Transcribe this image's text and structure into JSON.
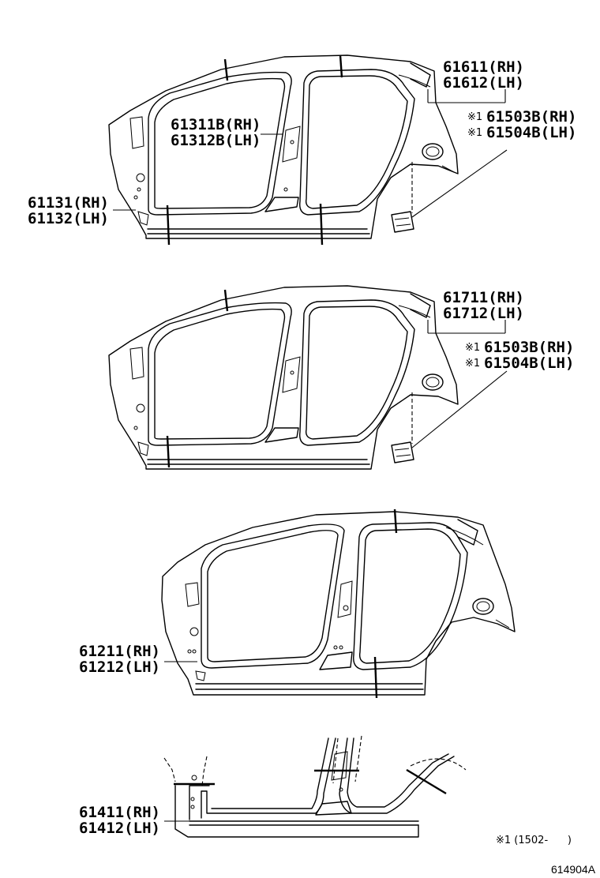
{
  "diagram": {
    "callouts": {
      "p61611": "61611(RH)",
      "p61612": "61612(LH)",
      "p61503_a": "61503B(RH)",
      "p61504_a": "61504B(LH)",
      "p61311": "61311B(RH)",
      "p61312": "61312B(LH)",
      "p61131": "61131(RH)",
      "p61132": "61132(LH)",
      "p61711": "61711(RH)",
      "p61712": "61712(LH)",
      "p61503_b": "61503B(RH)",
      "p61504_b": "61504B(LH)",
      "p61211": "61211(RH)",
      "p61212": "61212(LH)",
      "p61411": "61411(RH)",
      "p61412": "61412(LH)"
    },
    "note_mark": "※1",
    "footnote": "※1 (1502-      )",
    "drawing_code": "614904A"
  }
}
